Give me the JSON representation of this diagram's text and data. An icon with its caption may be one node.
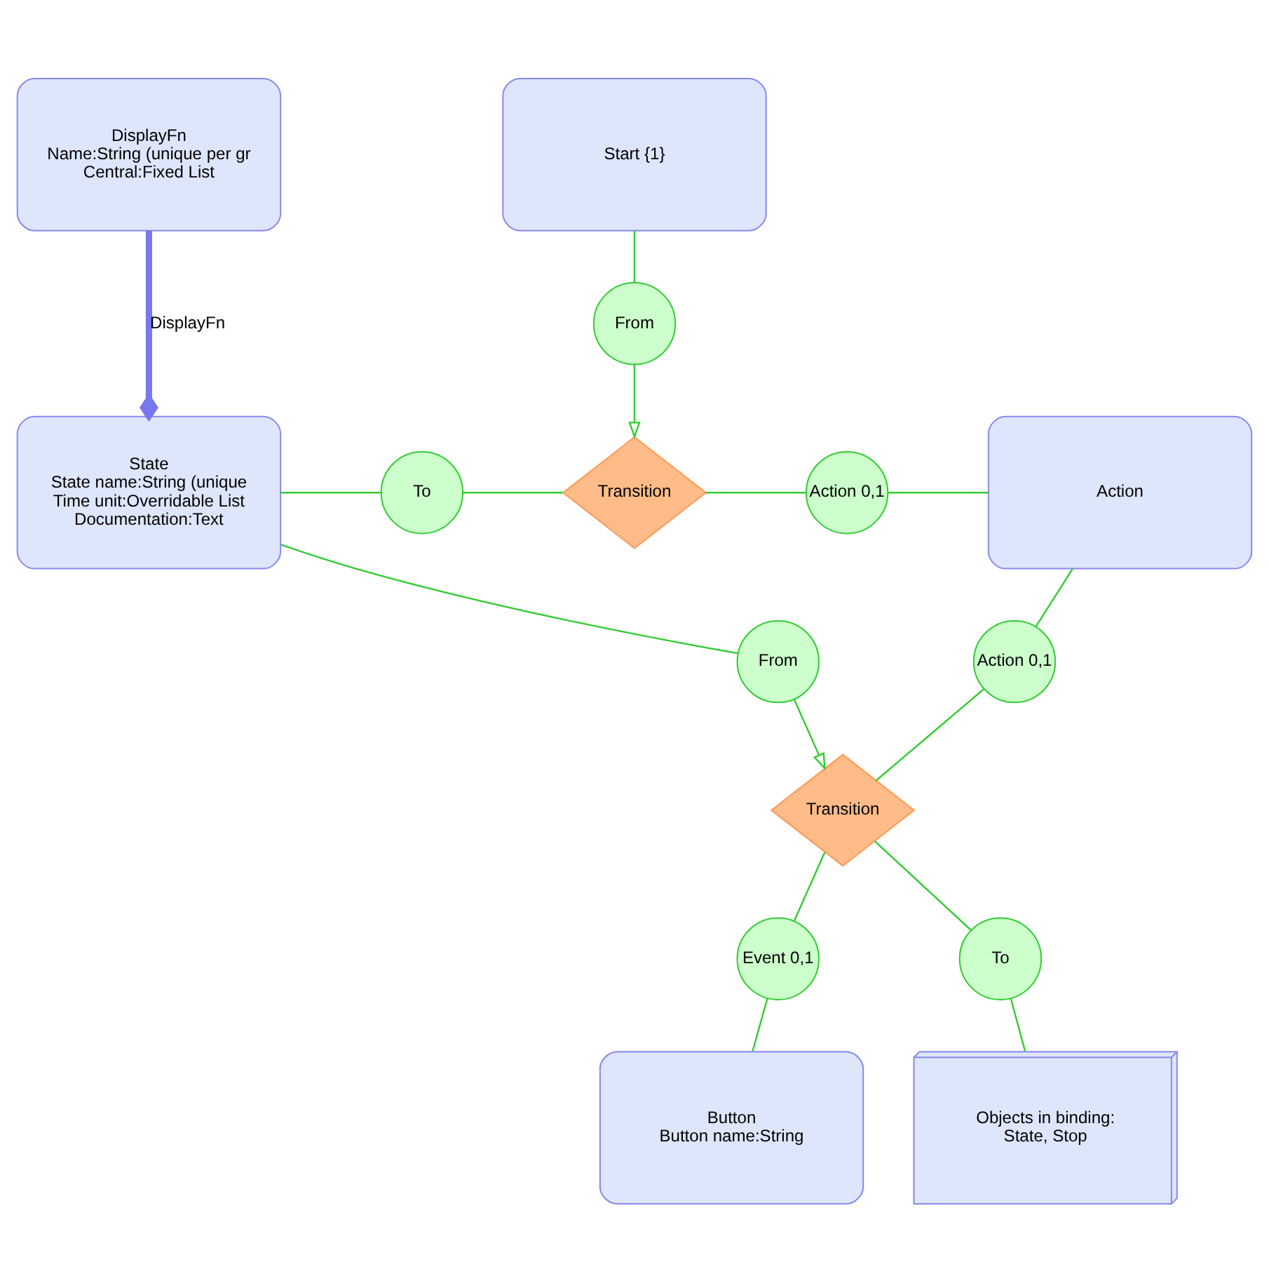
{
  "diagram": {
    "nodes": [
      {
        "text": [
          "DisplayFn",
          "Name:String (unique per gr",
          "Central:Fixed List"
        ]
      },
      {
        "text": [
          "Start {1}"
        ]
      },
      {
        "text": [
          "From"
        ]
      },
      {
        "text": [
          "State",
          "State name:String (unique",
          "Time unit:Overridable List",
          "Documentation:Text"
        ]
      },
      {
        "text": [
          "To"
        ]
      },
      {
        "text": [
          "Transition"
        ]
      },
      {
        "text": [
          "Action 0,1"
        ]
      },
      {
        "text": [
          "Action"
        ]
      },
      {
        "text": [
          "From"
        ]
      },
      {
        "text": [
          "Action 0,1"
        ]
      },
      {
        "text": [
          "Transition"
        ]
      },
      {
        "text": [
          "Event 0,1"
        ]
      },
      {
        "text": [
          "To"
        ]
      },
      {
        "text": [
          "Button",
          "Button name:String"
        ]
      },
      {
        "text": [
          "Objects in binding:",
          "State, Stop"
        ]
      }
    ],
    "edges": [
      {
        "from": 0,
        "to": 3,
        "arrow": "other",
        "label": "DisplayFn",
        "color": "#7777ee",
        "style": "thick"
      },
      {
        "from": 1,
        "to": 2,
        "arrow": "none"
      },
      {
        "from": 2,
        "to": 5,
        "arrow": "to"
      },
      {
        "from": 3,
        "to": 4,
        "arrow": "none"
      },
      {
        "from": 4,
        "to": 5,
        "arrow": "none"
      },
      {
        "from": 5,
        "to": 6,
        "arrow": "none"
      },
      {
        "from": 6,
        "to": 7,
        "arrow": "none"
      },
      {
        "from": 3,
        "to": 8,
        "arrow": "none"
      },
      {
        "from": 8,
        "to": 10,
        "arrow": "to"
      },
      {
        "from": 7,
        "to": 9,
        "arrow": "none"
      },
      {
        "from": 9,
        "to": 10,
        "arrow": "none"
      },
      {
        "from": 10,
        "to": 11,
        "arrow": "none"
      },
      {
        "from": 11,
        "to": 13,
        "arrow": "none"
      },
      {
        "from": 10,
        "to": 12,
        "arrow": "none"
      },
      {
        "from": 12,
        "to": 14,
        "arrow": "none"
      }
    ]
  }
}
